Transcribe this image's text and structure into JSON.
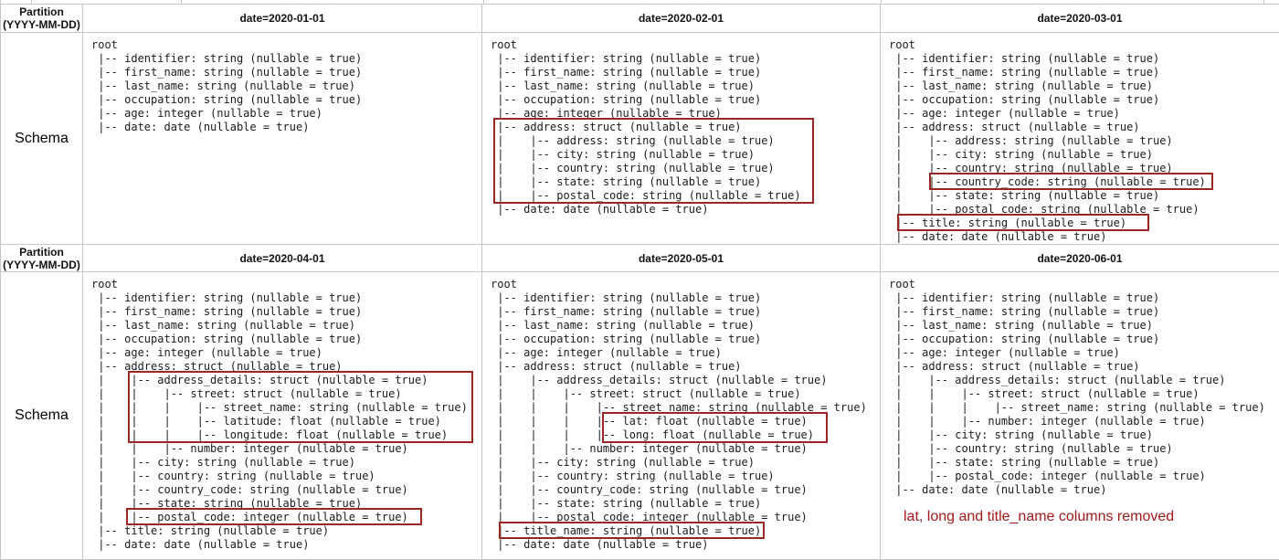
{
  "colors": {
    "border": "#c6c6c6",
    "box_red": "#9c2622",
    "note_red": "#a31818",
    "text": "#1b1b1b"
  },
  "left_header": {
    "line1": "Partition",
    "line2": "(YYYY-MM-DD)",
    "schema_label": "Schema"
  },
  "top_sliver_ticks": [
    33,
    197,
    528,
    963,
    1382
  ],
  "rows": [
    {
      "cells": [
        {
          "date": "date=2020-01-01",
          "lines": [
            "root",
            " |-- identifier: string (nullable = true)",
            " |-- first_name: string (nullable = true)",
            " |-- last_name: string (nullable = true)",
            " |-- occupation: string (nullable = true)",
            " |-- age: integer (nullable = true)",
            " |-- date: date (nullable = true)"
          ],
          "boxes": []
        },
        {
          "date": "date=2020-02-01",
          "lines": [
            "root",
            " |-- identifier: string (nullable = true)",
            " |-- first_name: string (nullable = true)",
            " |-- last_name: string (nullable = true)",
            " |-- occupation: string (nullable = true)",
            " |-- age: integer (nullable = true)",
            " |-- address: struct (nullable = true)",
            " |    |-- address: string (nullable = true)",
            " |    |-- city: string (nullable = true)",
            " |    |-- country: string (nullable = true)",
            " |    |-- state: string (nullable = true)",
            " |    |-- postal_code: string (nullable = true)",
            " |-- date: date (nullable = true)"
          ],
          "boxes": [
            {
              "from": 6,
              "to": 11,
              "left": 0.4,
              "width": 48.6
            }
          ]
        },
        {
          "date": "date=2020-03-01",
          "lines": [
            "root",
            " |-- identifier: string (nullable = true)",
            " |-- first_name: string (nullable = true)",
            " |-- last_name: string (nullable = true)",
            " |-- occupation: string (nullable = true)",
            " |-- age: integer (nullable = true)",
            " |-- address: struct (nullable = true)",
            " |    |-- address: string (nullable = true)",
            " |    |-- city: string (nullable = true)",
            " |    |-- country: string (nullable = true)",
            " |    |-- country_code: string (nullable = true)",
            " |    |-- state: string (nullable = true)",
            " |    |-- postal_code: string (nullable = true)",
            " |-- title: string (nullable = true)",
            " |-- date: date (nullable = true)"
          ],
          "boxes": [
            {
              "from": 10,
              "to": 10,
              "left": 6.1,
              "width": 43
            },
            {
              "from": 13,
              "to": 13,
              "left": 1.2,
              "width": 38.3
            }
          ]
        }
      ]
    },
    {
      "cells": [
        {
          "date": "date=2020-04-01",
          "lines": [
            "root",
            " |-- identifier: string (nullable = true)",
            " |-- first_name: string (nullable = true)",
            " |-- last_name: string (nullable = true)",
            " |-- occupation: string (nullable = true)",
            " |-- age: integer (nullable = true)",
            " |-- address: struct (nullable = true)",
            " |    |-- address_details: struct (nullable = true)",
            " |    |    |-- street: struct (nullable = true)",
            " |    |    |    |-- street_name: string (nullable = true)",
            " |    |    |    |-- latitude: float (nullable = true)",
            " |    |    |    |-- longitude: float (nullable = true)",
            " |    |    |-- number: integer (nullable = true)",
            " |    |-- city: string (nullable = true)",
            " |    |-- country: string (nullable = true)",
            " |    |-- country_code: string (nullable = true)",
            " |    |-- state: string (nullable = true)",
            " |    |-- postal_code: integer (nullable = true)",
            " |-- title: string (nullable = true)",
            " |-- date: date (nullable = true)"
          ],
          "boxes": [
            {
              "from": 7,
              "to": 11,
              "left": 5.6,
              "width": 52.3
            },
            {
              "from": 17,
              "to": 17,
              "left": 5.3,
              "width": 44.8
            }
          ]
        },
        {
          "date": "date=2020-05-01",
          "lines": [
            "root",
            " |-- identifier: string (nullable = true)",
            " |-- first_name: string (nullable = true)",
            " |-- last_name: string (nullable = true)",
            " |-- occupation: string (nullable = true)",
            " |-- age: integer (nullable = true)",
            " |-- address: struct (nullable = true)",
            " |    |-- address_details: struct (nullable = true)",
            " |    |    |-- street: struct (nullable = true)",
            " |    |    |    |-- street_name: string (nullable = true)",
            " |    |    |    |-- lat: float (nullable = true)",
            " |    |    |    |-- long: float (nullable = true)",
            " |    |    |-- number: integer (nullable = true)",
            " |    |-- city: string (nullable = true)",
            " |    |-- country: string (nullable = true)",
            " |    |-- country_code: string (nullable = true)",
            " |    |-- state: string (nullable = true)",
            " |    |-- postal_code: integer (nullable = true)",
            " |-- title_name: string (nullable = true)",
            " |-- date: date (nullable = true)"
          ],
          "boxes": [
            {
              "from": 10,
              "to": 11,
              "left": 16.9,
              "width": 34.2
            },
            {
              "from": 18,
              "to": 18,
              "left": 1.3,
              "width": 40.2
            }
          ]
        },
        {
          "date": "date=2020-06-01",
          "lines": [
            "root",
            " |-- identifier: string (nullable = true)",
            " |-- first_name: string (nullable = true)",
            " |-- last_name: string (nullable = true)",
            " |-- occupation: string (nullable = true)",
            " |-- age: integer (nullable = true)",
            " |-- address: struct (nullable = true)",
            " |    |-- address_details: struct (nullable = true)",
            " |    |    |-- street: struct (nullable = true)",
            " |    |    |    |-- street_name: string (nullable = true)",
            " |    |    |-- number: integer (nullable = true)",
            " |    |-- city: string (nullable = true)",
            " |    |-- country: string (nullable = true)",
            " |    |-- state: string (nullable = true)",
            " |    |-- postal_code: integer (nullable = true)",
            " |-- date: date (nullable = true)"
          ],
          "boxes": [],
          "note": "lat, long and title_name columns removed"
        }
      ]
    }
  ]
}
